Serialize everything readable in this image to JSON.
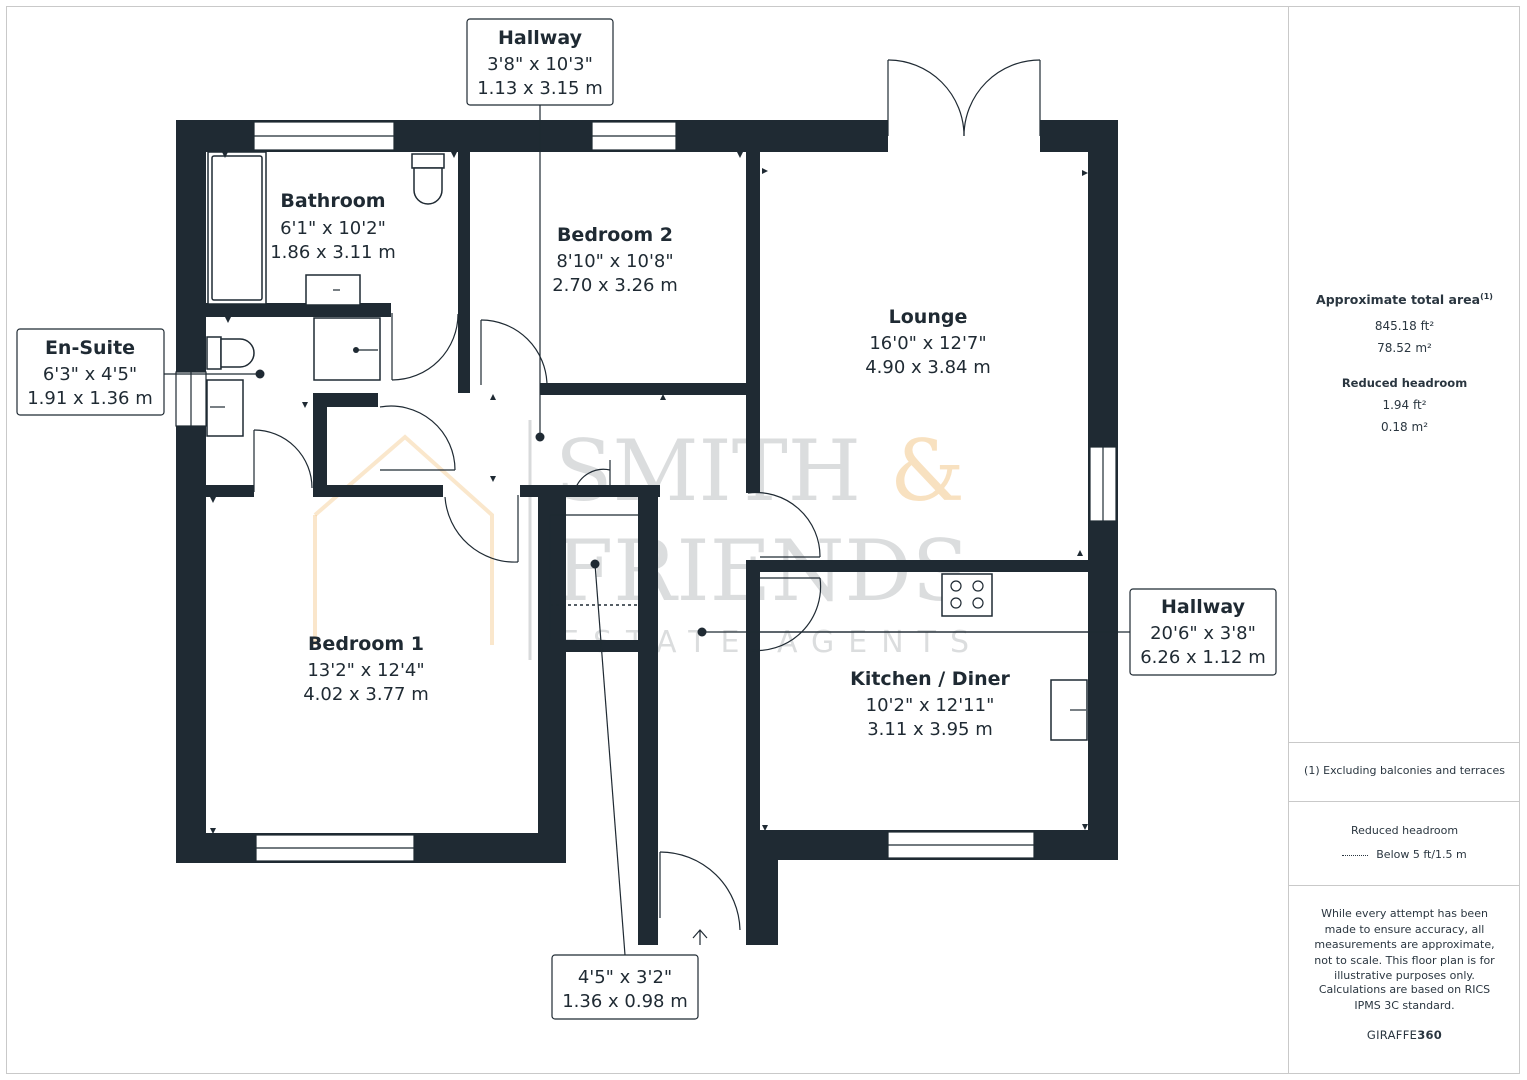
{
  "watermark": {
    "line1": "SMITH",
    "amp": "&",
    "line2": "FRIENDS",
    "line3": "ESTATE AGENTS"
  },
  "rooms": {
    "hallway_top": {
      "name": "Hallway",
      "imperial": "3'8\" x 10'3\"",
      "metric": "1.13 x 3.15 m"
    },
    "bathroom": {
      "name": "Bathroom",
      "imperial": "6'1\" x 10'2\"",
      "metric": "1.86 x 3.11 m"
    },
    "bedroom2": {
      "name": "Bedroom 2",
      "imperial": "8'10\" x 10'8\"",
      "metric": "2.70 x 3.26 m"
    },
    "lounge": {
      "name": "Lounge",
      "imperial": "16'0\" x 12'7\"",
      "metric": "4.90 x 3.84 m"
    },
    "ensuite": {
      "name": "En-Suite",
      "imperial": "6'3\" x 4'5\"",
      "metric": "1.91 x 1.36 m"
    },
    "bedroom1": {
      "name": "Bedroom 1",
      "imperial": "13'2\" x 12'4\"",
      "metric": "4.02 x 3.77 m"
    },
    "hallway_right": {
      "name": "Hallway",
      "imperial": "20'6\" x 3'8\"",
      "metric": "6.26 x 1.12 m"
    },
    "kitchen": {
      "name": "Kitchen / Diner",
      "imperial": "10'2\" x 12'11\"",
      "metric": "3.11 x 3.95 m"
    },
    "porch": {
      "imperial": "4'5\" x 3'2\"",
      "metric": "1.36 x 0.98 m"
    }
  },
  "panel": {
    "total_area_title": "Approximate total area",
    "total_area_sup": "(1)",
    "total_area_ft": "845.18 ft²",
    "total_area_m": "78.52 m²",
    "reduced_title": "Reduced headroom",
    "reduced_ft": "1.94 ft²",
    "reduced_m": "0.18 m²",
    "footnote": "(1) Excluding balconies and terraces",
    "legend_title": "Reduced headroom",
    "legend_text": "Below 5 ft/1.5 m",
    "disclaimer": "While every attempt has been made to ensure accuracy, all measurements are approximate, not to scale. This floor plan is for illustrative purposes only.",
    "standard": "Calculations are based on RICS IPMS 3C standard.",
    "brand_a": "GIRAFFE",
    "brand_b": "360"
  },
  "colors": {
    "wall": "#1f2a33",
    "watermark_grey": "#bfc2c4",
    "watermark_accent": "#f4c98d",
    "frame": "#c9c9c9"
  }
}
